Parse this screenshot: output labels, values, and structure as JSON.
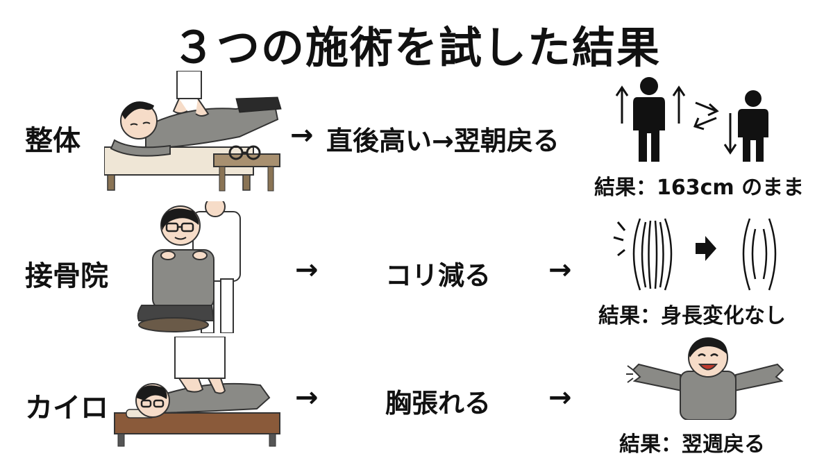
{
  "title": "３つの施術を試した結果",
  "rows": [
    {
      "name": "整体",
      "arrow": "→",
      "effect": "直後高い→翌朝戻る",
      "result": "結果：163cm のまま"
    },
    {
      "name": "接骨院",
      "arrow": "→",
      "effect": "コリ減る",
      "arrow2": "→",
      "result": "結果：身長変化なし"
    },
    {
      "name": "カイロ",
      "arrow": "→",
      "effect": "胸張れる",
      "arrow2": "→",
      "result": "結果：翌週戻る"
    }
  ],
  "colors": {
    "text": "#111111",
    "sweater": "#8a8a86",
    "bed_wood": "#a89070",
    "bed_cushion": "#efe6d6",
    "skin": "#f6dcc8",
    "hair": "#1a1a1a",
    "coat": "#ffffff"
  }
}
